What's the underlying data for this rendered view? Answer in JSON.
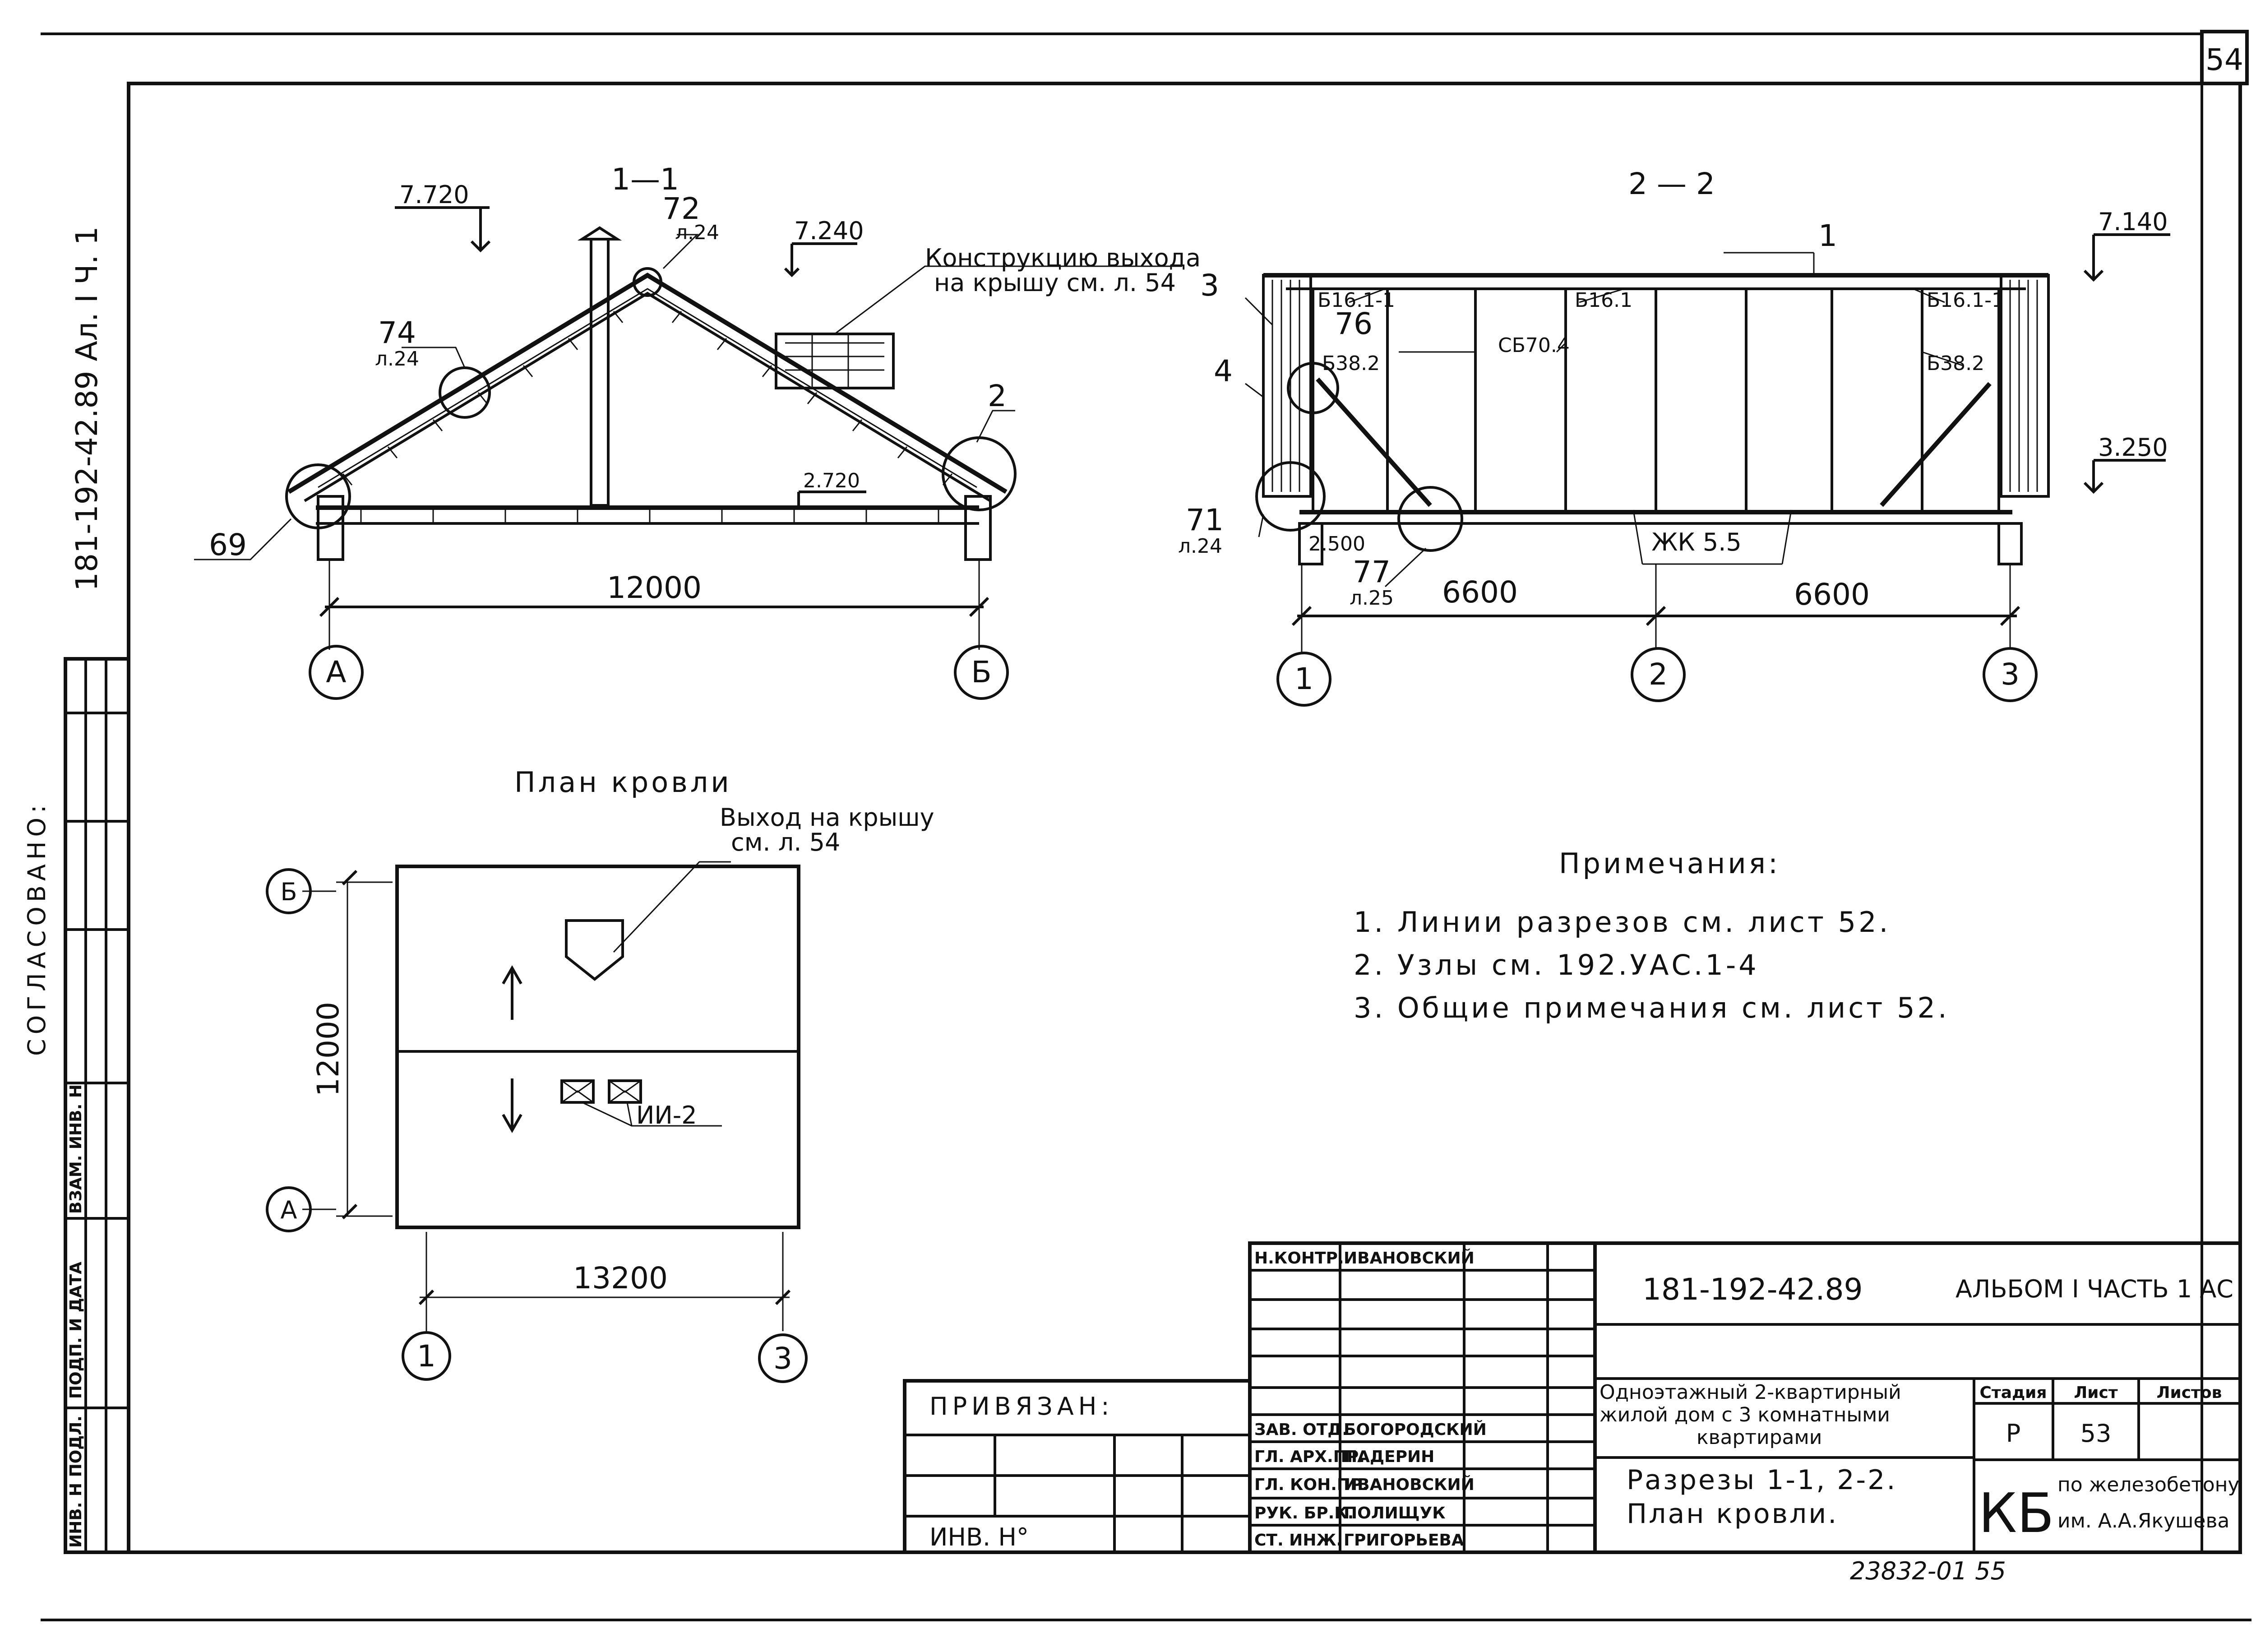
{
  "sheet": {
    "number": "54",
    "vertical_code": "181-192-42.89  Ал. I Ч. 1",
    "approved": "СОГЛАСОВАНО:",
    "stamp": {
      "inv_orig": "ИНВ. Н ПОДЛ.",
      "sign_date": "ПОДП. И ДАТА",
      "vzam": "ВЗАМ. ИНВ. Н"
    },
    "bottom_note": "23832-01  55"
  },
  "section_1": {
    "title": "1—1",
    "level_top": "7.720",
    "level_right": "7.240",
    "level_attic": "2.720",
    "exit_note": [
      "Конструкцию выхода",
      "на крышу см. л. 54"
    ],
    "callouts": [
      {
        "num": "72",
        "sheet": "л.24"
      },
      {
        "num": "74",
        "sheet": "л.24"
      },
      {
        "num": "2",
        "sheet": ""
      },
      {
        "num": "69",
        "sheet": ""
      }
    ],
    "span": "12000",
    "axes": [
      "А",
      "Б"
    ]
  },
  "section_2": {
    "title": "2 — 2",
    "level_top": "7.140",
    "level_mid": "3.250",
    "labels": [
      "1",
      "3",
      "4",
      "Б16.1-1",
      "Б16.1",
      "Б16.1-1",
      "Б38.2",
      "СБ70.4",
      "Б38.2",
      "ЖК 5.5",
      "2.500"
    ],
    "callouts": [
      {
        "num": "76",
        "sheet": ""
      },
      {
        "num": "71",
        "sheet": "л.24"
      },
      {
        "num": "77",
        "sheet": "л.25"
      }
    ],
    "spans": [
      "6600",
      "6600"
    ],
    "axes": [
      "1",
      "2",
      "3"
    ]
  },
  "roof_plan": {
    "title": "План кровли",
    "exit_label": [
      "Выход на крышу",
      "см. л. 54"
    ],
    "drain_label": "ИИ-2",
    "dim_vertical": "12000",
    "dim_horizontal": "13200",
    "axes_left": [
      "Б",
      "А"
    ],
    "axes_bottom": [
      "1",
      "3"
    ]
  },
  "notes": {
    "title": "Примечания:",
    "items": [
      "1.  Линии  разрезов  см.  лист 52.",
      "2.  Узлы  см.  192.УАС.1-4",
      "3.  Общие  примечания  см.  лист 52."
    ]
  },
  "title_block": {
    "bound": "ПРИВЯЗАН:",
    "inv": "ИНВ. Н°",
    "doc_code": "181-192-42.89",
    "album": "АЛЬБОМ I ЧАСТЬ 1 АС",
    "project": [
      "Одноэтажный 2-квартирный",
      "жилой дом с 3 комнатными",
      "квартирами"
    ],
    "sheet_title": [
      "Разрезы 1-1, 2-2.",
      "План кровли."
    ],
    "headers": {
      "stage": "Стадия",
      "sheet": "Лист",
      "sheets": "Листов"
    },
    "stage": "Р",
    "sheet_no": "53",
    "org_mark": "КБ",
    "org_name": [
      "по железобетону",
      "им. А.А.Якушева"
    ],
    "staff": [
      {
        "role": "Н.КОНТР.",
        "name": "ИВАНОВСКИЙ"
      },
      {
        "role": "ЗАВ. ОТД.",
        "name": "БОГОРОДСКИЙ"
      },
      {
        "role": "ГЛ. АРХ.ПР.",
        "name": "ПАДЕРИН"
      },
      {
        "role": "ГЛ. КОН.ПР.",
        "name": "ИВАНОВСКИЙ"
      },
      {
        "role": "РУК. БР.К.",
        "name": "ПОЛИЩУК"
      },
      {
        "role": "СТ. ИНЖ.",
        "name": "ГРИГОРЬЕВА"
      }
    ]
  }
}
